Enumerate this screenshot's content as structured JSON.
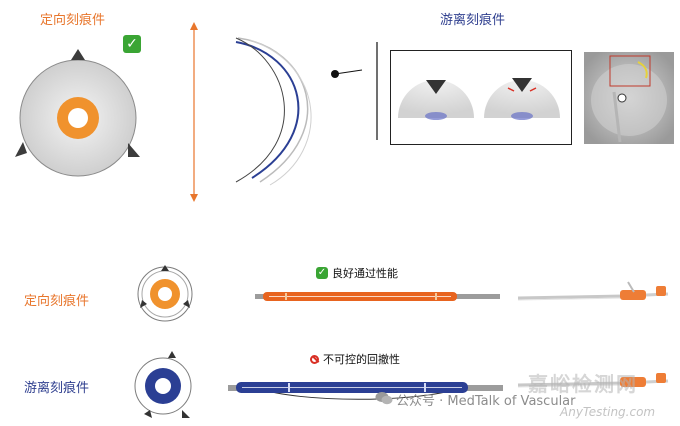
{
  "top": {
    "left_title": "定向刻痕件",
    "right_title": "游离刻痕件"
  },
  "bottom": {
    "row1_label": "定向刻痕件",
    "row1_note": "良好通过性能",
    "row2_label": "游离刻痕件",
    "row2_note": "不可控的回撤性"
  },
  "icons": {
    "check": "check-mark-icon",
    "prohibited": "prohibited-icon",
    "wechat": "wechat-icon"
  },
  "watermark": {
    "channel": "公众号 · MedTalk of Vascular",
    "brand": "嘉峪检测网",
    "url": "AnyTesting.com"
  },
  "colors": {
    "orange": "#f0922d",
    "blue": "#2b3f94",
    "title_orange": "#e8762c",
    "title_blue": "#2f3f8f"
  }
}
